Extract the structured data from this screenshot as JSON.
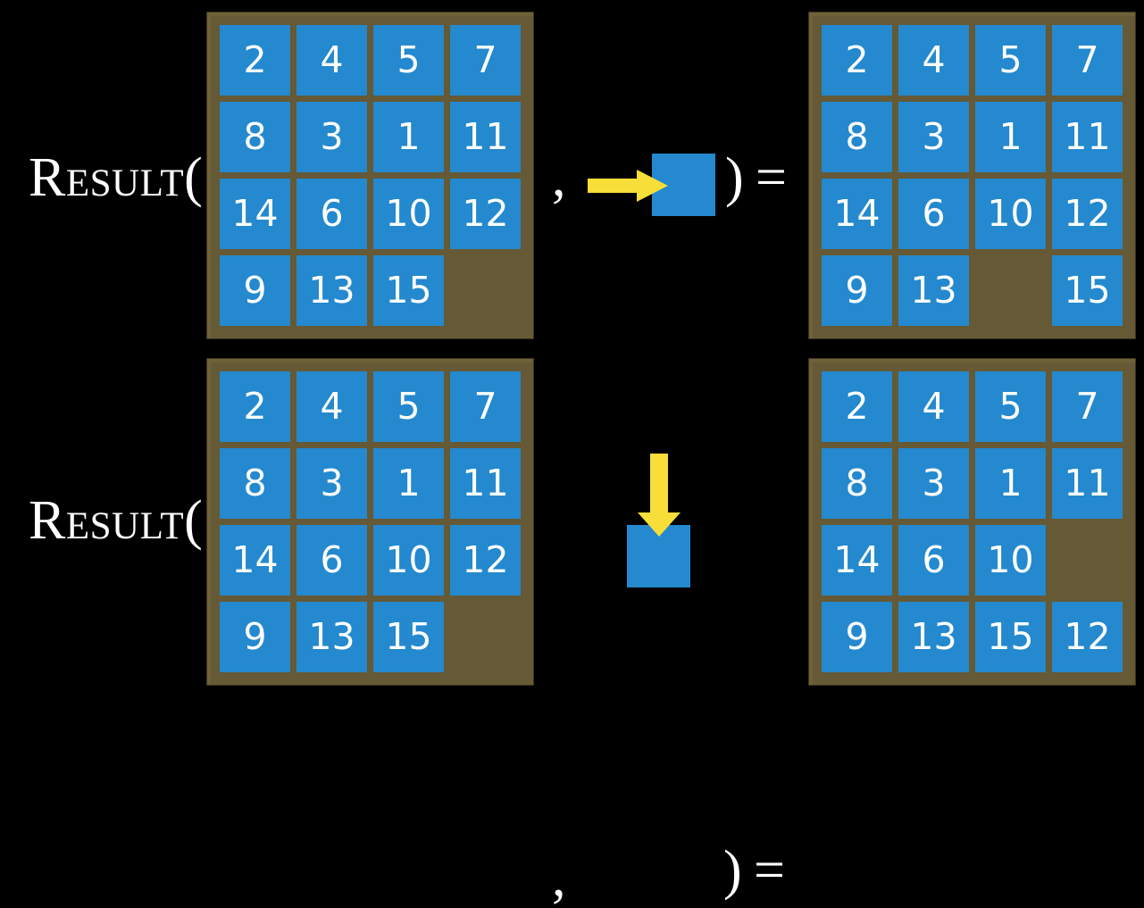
{
  "figure": {
    "background_color": "#000000",
    "tile_color": "#2489ce",
    "board_color": "#655936",
    "arrow_color": "#f7de38",
    "text_color": "#ffffff"
  },
  "labels": {
    "result": "Result(",
    "comma": ",",
    "close_paren": ")",
    "equals": "="
  },
  "rows": [
    {
      "id": "row-right-move",
      "input_board": {
        "rows": [
          [
            "2",
            "4",
            "5",
            "7"
          ],
          [
            "8",
            "3",
            "1",
            "11"
          ],
          [
            "14",
            "6",
            "10",
            "12"
          ],
          [
            "9",
            "13",
            "15",
            ""
          ]
        ]
      },
      "action": {
        "name": "move-right",
        "arrow_direction": "right",
        "arrow_color": "#f7de38",
        "square_color": "#2489ce"
      },
      "output_board": {
        "rows": [
          [
            "2",
            "4",
            "5",
            "7"
          ],
          [
            "8",
            "3",
            "1",
            "11"
          ],
          [
            "14",
            "6",
            "10",
            "12"
          ],
          [
            "9",
            "13",
            "",
            "15"
          ]
        ]
      }
    },
    {
      "id": "row-down-move",
      "input_board": {
        "rows": [
          [
            "2",
            "4",
            "5",
            "7"
          ],
          [
            "8",
            "3",
            "1",
            "11"
          ],
          [
            "14",
            "6",
            "10",
            "12"
          ],
          [
            "9",
            "13",
            "15",
            ""
          ]
        ]
      },
      "action": {
        "name": "move-down",
        "arrow_direction": "down",
        "arrow_color": "#f7de38",
        "square_color": "#2489ce"
      },
      "output_board": {
        "rows": [
          [
            "2",
            "4",
            "5",
            "7"
          ],
          [
            "8",
            "3",
            "1",
            "11"
          ],
          [
            "14",
            "6",
            "10",
            ""
          ],
          [
            "9",
            "13",
            "15",
            "12"
          ]
        ]
      }
    }
  ]
}
